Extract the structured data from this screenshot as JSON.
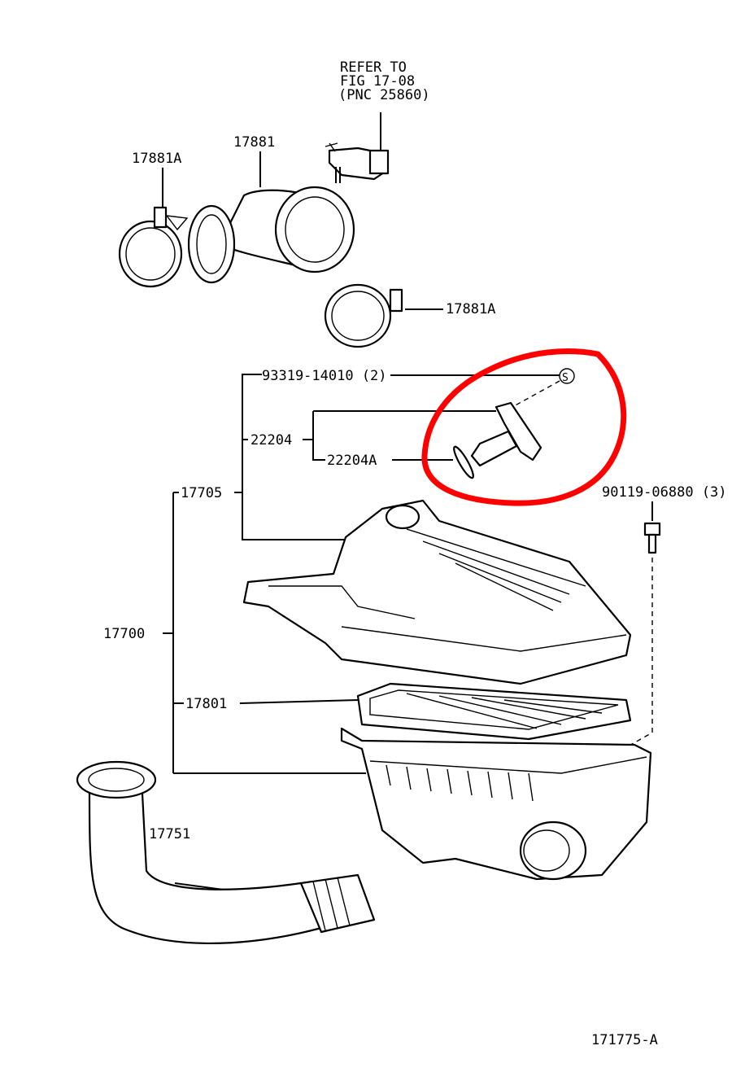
{
  "diagram": {
    "refer_note": [
      "REFER TO",
      "FIG 17-08",
      "(PNC 25860)"
    ],
    "labels": {
      "hose": "17881",
      "clamp_left": "17881A",
      "clamp_right": "17881A",
      "screw": "93319-14010 (2)",
      "sensor": "22204",
      "o_ring": "22204A",
      "cap": "17705",
      "bolt": "90119-06880 (3)",
      "cleaner_assy": "17700",
      "element": "17801",
      "inlet_pipe": "17751",
      "figure_id": "171775-A"
    },
    "highlight_color": "#ff0000",
    "symbol_s": "S"
  }
}
